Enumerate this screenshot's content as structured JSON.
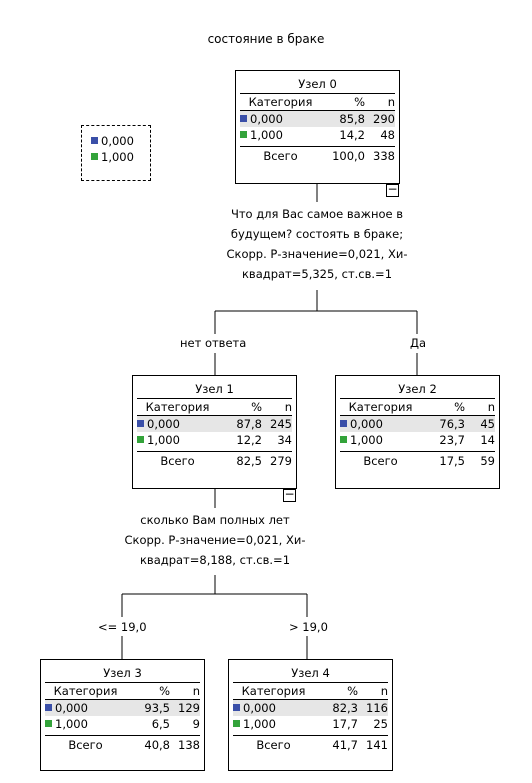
{
  "title": "состояние в браке",
  "legend": [
    {
      "label": "0,000",
      "color": "#3a4fa8"
    },
    {
      "label": "1,000",
      "color": "#33a33a"
    }
  ],
  "header": {
    "category": "Категория",
    "pct": "%",
    "n": "n"
  },
  "total_label": "Всего",
  "collapse_symbol": "−",
  "nodes": {
    "n0": {
      "title": "Узел 0",
      "rows": [
        {
          "cat": "0,000",
          "pct": "85,8",
          "n": "290"
        },
        {
          "cat": "1,000",
          "pct": "14,2",
          "n": "48"
        }
      ],
      "total": {
        "pct": "100,0",
        "n": "338"
      }
    },
    "n1": {
      "title": "Узел 1",
      "rows": [
        {
          "cat": "0,000",
          "pct": "87,8",
          "n": "245"
        },
        {
          "cat": "1,000",
          "pct": "12,2",
          "n": "34"
        }
      ],
      "total": {
        "pct": "82,5",
        "n": "279"
      }
    },
    "n2": {
      "title": "Узел 2",
      "rows": [
        {
          "cat": "0,000",
          "pct": "76,3",
          "n": "45"
        },
        {
          "cat": "1,000",
          "pct": "23,7",
          "n": "14"
        }
      ],
      "total": {
        "pct": "17,5",
        "n": "59"
      }
    },
    "n3": {
      "title": "Узел 3",
      "rows": [
        {
          "cat": "0,000",
          "pct": "93,5",
          "n": "129"
        },
        {
          "cat": "1,000",
          "pct": "6,5",
          "n": "9"
        }
      ],
      "total": {
        "pct": "40,8",
        "n": "138"
      }
    },
    "n4": {
      "title": "Узел 4",
      "rows": [
        {
          "cat": "0,000",
          "pct": "82,3",
          "n": "116"
        },
        {
          "cat": "1,000",
          "pct": "17,7",
          "n": "25"
        }
      ],
      "total": {
        "pct": "41,7",
        "n": "141"
      }
    }
  },
  "splits": {
    "s0": [
      "Что для Вас самое важное в",
      "будущем? состоять в браке;",
      "Скорр. Р-значение=0,021, Хи-",
      "квадрат=5,325, ст.св.=1"
    ],
    "s1": [
      "сколько Вам полных лет",
      "Скорр. Р-значение=0,021, Хи-",
      "квадрат=8,188, ст.св.=1"
    ]
  },
  "branches": {
    "b1": "нет ответа",
    "b2": "Да",
    "b3": "<= 19,0",
    "b4": "> 19,0"
  }
}
